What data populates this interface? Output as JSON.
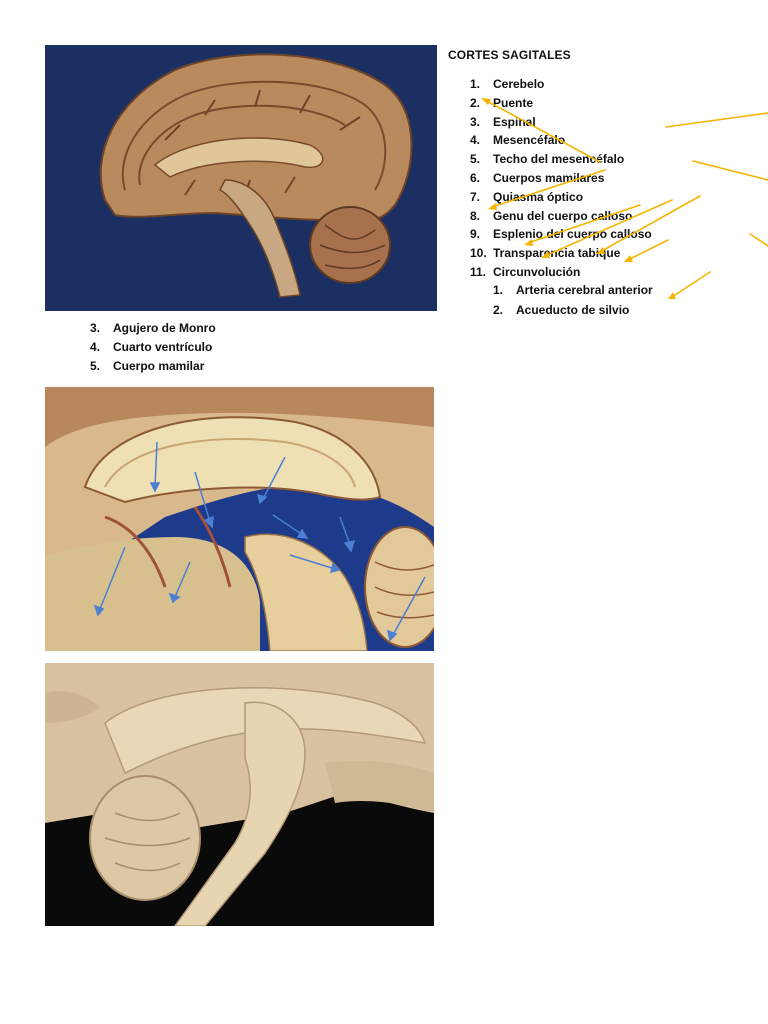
{
  "document": {
    "title": "CORTES SAGITALES",
    "main_list": [
      {
        "num": "1.",
        "text": "Cerebelo"
      },
      {
        "num": "2.",
        "text": "Puente"
      },
      {
        "num": "3.",
        "text": "Espinal"
      },
      {
        "num": "4.",
        "text": "Mesencéfalo"
      },
      {
        "num": "5.",
        "text": "Techo del mesencéfalo"
      },
      {
        "num": "6.",
        "text": "Cuerpos mamilares"
      },
      {
        "num": "7.",
        "text": "Quiasma óptico"
      },
      {
        "num": "8.",
        "text": "Genu del cuerpo calloso"
      },
      {
        "num": "9.",
        "text": "Esplenio del cuerpo calloso"
      },
      {
        "num": "10.",
        "text": "Transparencia tabique"
      },
      {
        "num": "11.",
        "text": "Circunvolución"
      }
    ],
    "sub_list": [
      {
        "num": "1.",
        "text": "Arteria cerebral anterior"
      },
      {
        "num": "2.",
        "text": "Acueducto de silvio"
      }
    ],
    "left_list": [
      {
        "num": "3.",
        "text": "Agujero de Monro"
      },
      {
        "num": "4.",
        "text": "Cuarto ventrículo"
      },
      {
        "num": "5.",
        "text": "Cuerpo mamilar"
      }
    ]
  },
  "colors": {
    "arrow_orange": "#f5b400",
    "arrow_blue": "#4a7fd4",
    "photo1_background": "#1c2f63",
    "photo2_background": "#1e3a8a",
    "photo3_background": "#0a0a0a"
  }
}
